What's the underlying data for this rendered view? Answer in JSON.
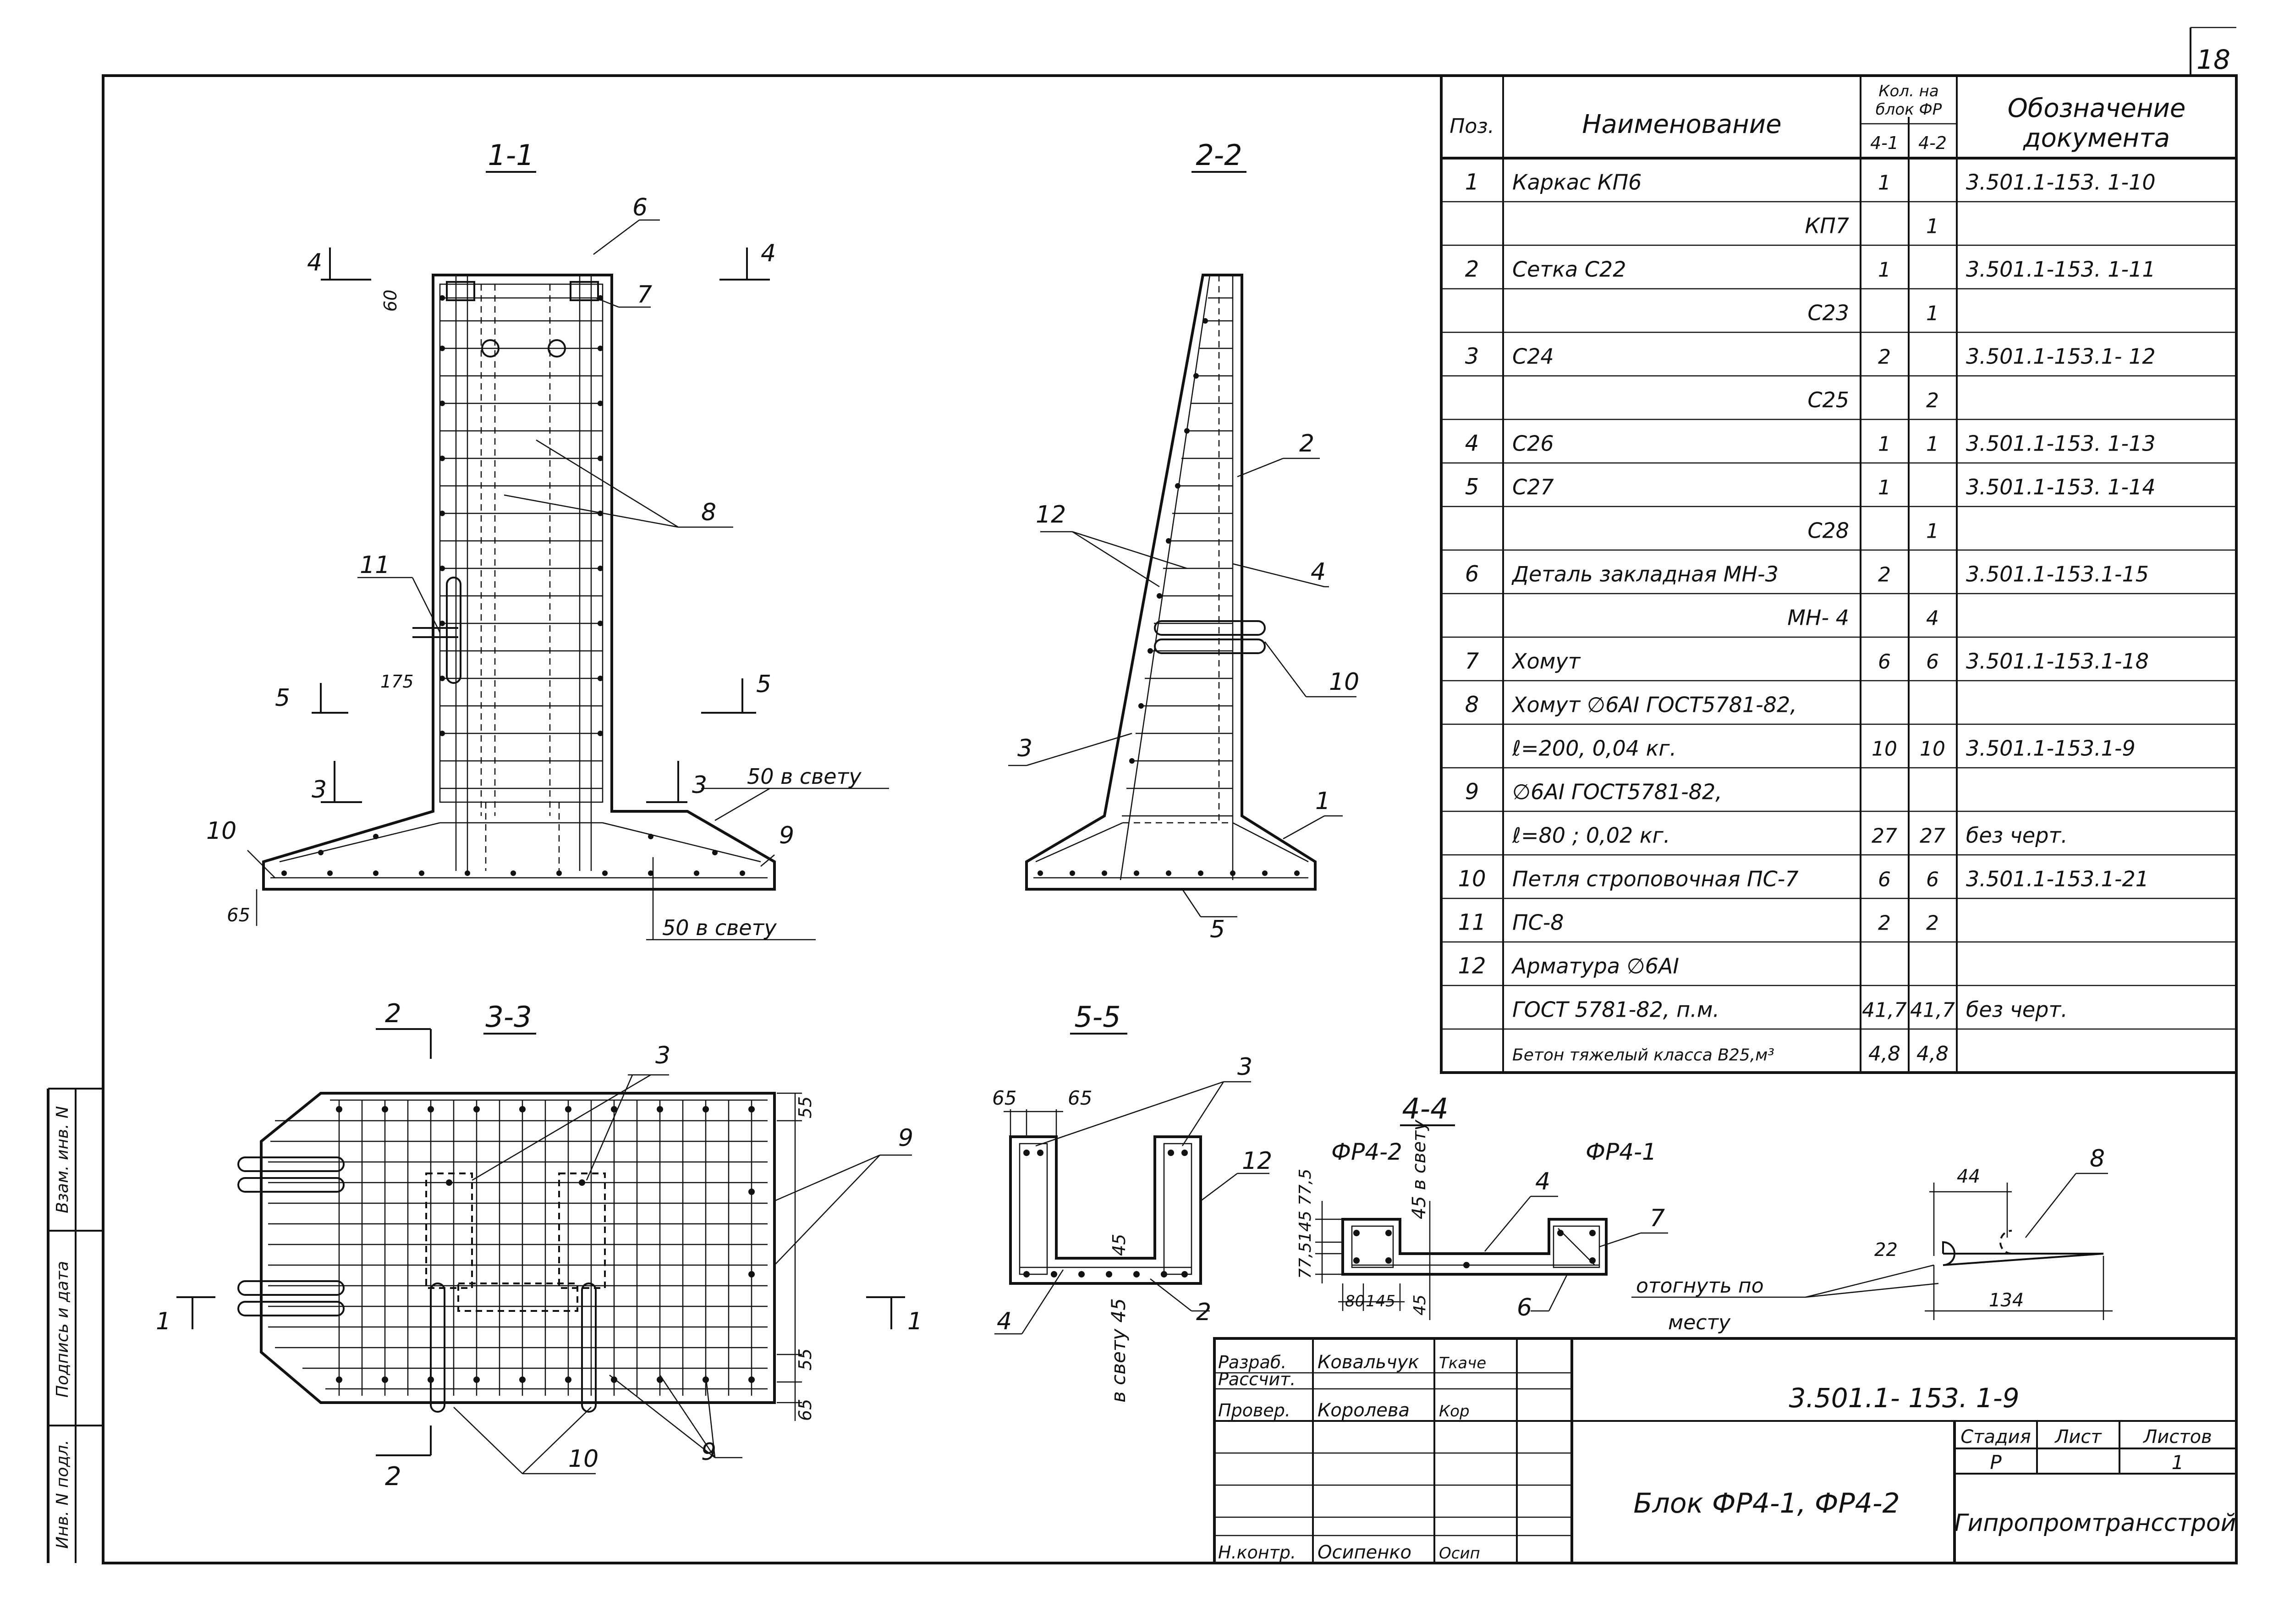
{
  "sheet_number": "18",
  "sections": {
    "s11": "1-1",
    "s22": "2-2",
    "s33": "3-3",
    "s44": "4-4",
    "s55": "5-5"
  },
  "cut_marks": {
    "c1": "1",
    "c2": "2",
    "c3": "3",
    "c4": "4",
    "c5": "5"
  },
  "dims": {
    "d60": "60",
    "d175": "175",
    "d65": "65",
    "d55": "55",
    "d45": "45",
    "d77_5": "77,5",
    "d145": "145",
    "d80": "80",
    "d44": "44",
    "d22": "22",
    "d134": "134",
    "clear50": "50 в свету",
    "clear45": "45 в свету",
    "clear_b45": "в свету 45"
  },
  "views": {
    "fr42": "ФР4-2",
    "fr41": "ФР4-1",
    "bend_note_1": "отогнуть по",
    "bend_note_2": "месту"
  },
  "callouts": [
    "1",
    "2",
    "3",
    "4",
    "5",
    "6",
    "7",
    "8",
    "9",
    "10",
    "11",
    "12"
  ],
  "spec_table": {
    "headers": {
      "pos": "Поз.",
      "name": "Наименование",
      "qty_top": "Кол. на",
      "qty_mid": "блок ФР",
      "qty_a": "4-1",
      "qty_b": "4-2",
      "doc_1": "Обозначение",
      "doc_2": "документа"
    },
    "rows": [
      {
        "pos": "1",
        "name": "Каркас     КП6",
        "a": "1",
        "b": "",
        "doc": "3.501.1-153. 1-10"
      },
      {
        "pos": "",
        "name": "КП7",
        "a": "",
        "b": "1",
        "doc": ""
      },
      {
        "pos": "2",
        "name": "Сетка      С22",
        "a": "1",
        "b": "",
        "doc": "3.501.1-153. 1-11"
      },
      {
        "pos": "",
        "name": "С23",
        "a": "",
        "b": "1",
        "doc": ""
      },
      {
        "pos": "3",
        "name": "С24",
        "a": "2",
        "b": "",
        "doc": "3.501.1-153.1- 12"
      },
      {
        "pos": "",
        "name": "С25",
        "a": "",
        "b": "2",
        "doc": ""
      },
      {
        "pos": "4",
        "name": "С26",
        "a": "1",
        "b": "1",
        "doc": "3.501.1-153. 1-13"
      },
      {
        "pos": "5",
        "name": "С27",
        "a": "1",
        "b": "",
        "doc": "3.501.1-153. 1-14"
      },
      {
        "pos": "",
        "name": "С28",
        "a": "",
        "b": "1",
        "doc": ""
      },
      {
        "pos": "6",
        "name": "Деталь закладная  МН-3",
        "a": "2",
        "b": "",
        "doc": "3.501.1-153.1-15"
      },
      {
        "pos": "",
        "name": "МН- 4",
        "a": "",
        "b": "4",
        "doc": ""
      },
      {
        "pos": "7",
        "name": "Хомут",
        "a": "6",
        "b": "6",
        "doc": "3.501.1-153.1-18"
      },
      {
        "pos": "8",
        "name": "Хомут ∅6АI ГОСТ5781-82,",
        "a": "",
        "b": "",
        "doc": ""
      },
      {
        "pos": "",
        "name": "ℓ=200,  0,04 кг.",
        "a": "10",
        "b": "10",
        "doc": "3.501.1-153.1-9"
      },
      {
        "pos": "9",
        "name": "∅6АI  ГОСТ5781-82,",
        "a": "",
        "b": "",
        "doc": ""
      },
      {
        "pos": "",
        "name": "ℓ=80 ;  0,02 кг.",
        "a": "27",
        "b": "27",
        "doc": "без черт."
      },
      {
        "pos": "10",
        "name": "Петля строповочная  ПС-7",
        "a": "6",
        "b": "6",
        "doc": "3.501.1-153.1-21"
      },
      {
        "pos": "11",
        "name": "ПС-8",
        "a": "2",
        "b": "2",
        "doc": ""
      },
      {
        "pos": "12",
        "name": "Арматура  ∅6АI",
        "a": "",
        "b": "",
        "doc": ""
      },
      {
        "pos": "",
        "name": "ГОСТ 5781-82,   п.м.",
        "a": "41,7",
        "b": "41,7",
        "doc": "без черт."
      },
      {
        "pos": "",
        "name": "Бетон тяжелый класса В25,м³",
        "a": "4,8",
        "b": "4,8",
        "doc": ""
      }
    ]
  },
  "title_block": {
    "roles": [
      "Разраб.",
      "Рассчит.",
      "Провер.",
      "",
      "",
      "",
      "Н.контр."
    ],
    "names": [
      "Ковальчук",
      "",
      "Королева",
      "",
      "",
      "",
      "Осипенко"
    ],
    "signs": [
      "Ткаче",
      "",
      "Кор",
      "",
      "",
      "",
      "Осип"
    ],
    "doc_code": "3.501.1- 153. 1-9",
    "title": "Блок  ФР4-1, ФР4-2",
    "stage_h": "Стадия",
    "sheet_h": "Лист",
    "sheets_h": "Листов",
    "stage": "Р",
    "sheets": "1",
    "org": "Гипропромтрансстрой"
  },
  "side_stamp": {
    "inv": "Инв. N подл.",
    "sign": "Подпись и дата",
    "replace": "Взам. инв. N"
  }
}
